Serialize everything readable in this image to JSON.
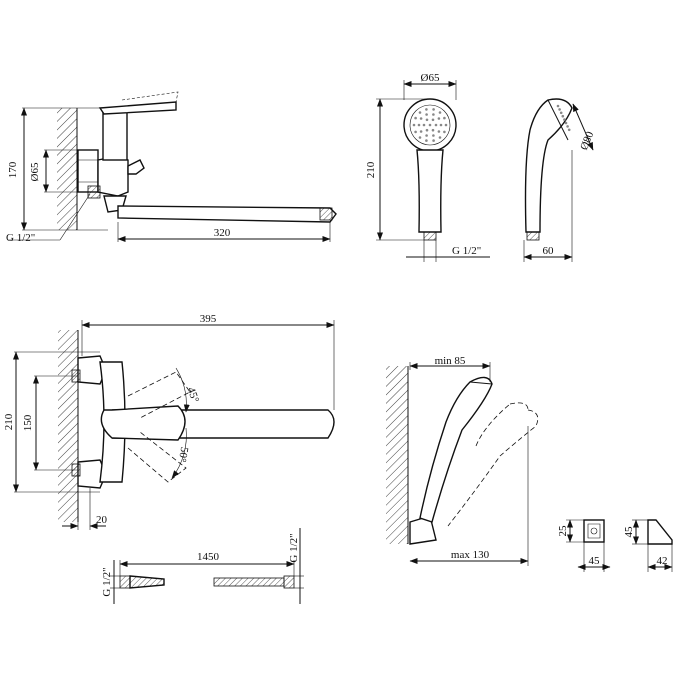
{
  "dimensions": {
    "side_height": "170",
    "side_nut_diameter": "Ø65",
    "side_thread": "G 1/2\"",
    "spout_length": "320",
    "head_diameter": "Ø65",
    "handshower_height": "210",
    "handshower_thread": "G 1/2\"",
    "head_side_diameter": "Ø80",
    "handshower_depth": "60",
    "total_reach": "395",
    "angle_up": "45°",
    "angle_down": "50°",
    "mount_height": "210",
    "inlet_spacing": "150",
    "wall_offset": "20",
    "holder_min": "min 85",
    "holder_max": "max 130",
    "hose_length": "1450",
    "hose_thread_left": "G 1/2\"",
    "hose_thread_right": "G 1/2\"",
    "bracket_height": "25",
    "bracket_width": "45",
    "bracket_side_height": "45",
    "bracket_side_depth": "42"
  }
}
